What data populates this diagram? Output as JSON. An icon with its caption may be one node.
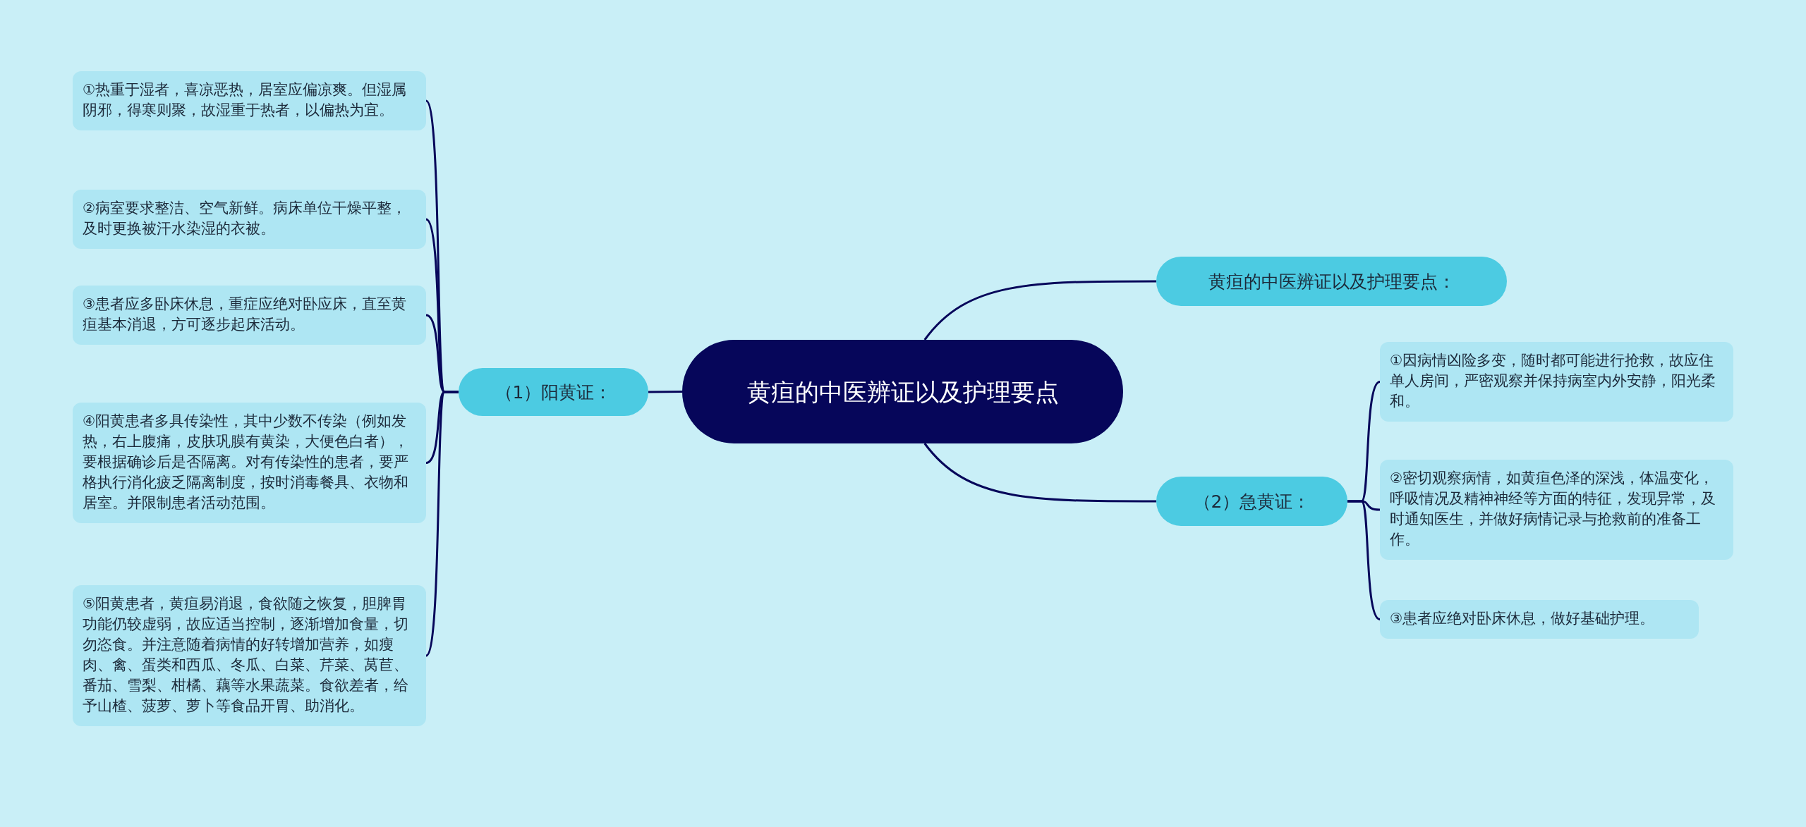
{
  "diagram": {
    "nodes": [
      {
        "text": [
          "黄疸的中医辨证以及护理要点"
        ]
      },
      {
        "text": [
          "（1）阳黄证："
        ]
      },
      {
        "text": [
          "①热重于湿者，喜凉恶热，居室应偏凉爽。但湿属阴邪，得寒则聚，故湿重于热者，以偏热为宜。"
        ]
      },
      {
        "text": [
          "②病室要求整洁、空气新鲜。病床单位干燥平整，及时更换被汗水染湿的衣被。"
        ]
      },
      {
        "text": [
          "③患者应多卧床休息，重症应绝对卧应床，直至黄疸基本消退，方可逐步起床活动。"
        ]
      },
      {
        "text": [
          "④阳黄患者多具传染性，其中少数不传染（例如发热，右上腹痛，皮肤巩膜有黄染，大便色白者），要根据确诊后是否隔离。对有传染性的患者，要严格执行消化疲乏隔离制度，按时消毒餐具、衣物和居室。并限制患者活动范围。"
        ]
      },
      {
        "text": [
          "⑤阳黄患者，黄疸易消退，食欲随之恢复，胆脾胃功能仍较虚弱，故应适当控制，逐渐增加食量，切勿恣食。并注意随着病情的好转增加营养，如瘦肉、禽、蛋类和西瓜、冬瓜、白菜、芹菜、莴苣、番茄、雪梨、柑橘、藕等水果蔬菜。食欲差者，给予山楂、菠萝、萝卜等食品开胃、助消化。"
        ]
      },
      {
        "text": [
          "黄疸的中医辨证以及护理要点："
        ]
      },
      {
        "text": [
          "（2）急黄证："
        ]
      },
      {
        "text": [
          "①因病情凶险多变，随时都可能进行抢救，故应住单人房间，严密观察并保持病室内外安静，阳光柔和。"
        ]
      },
      {
        "text": [
          "②密切观察病情，如黄疸色泽的深浅，体温变化，呼吸情况及精神神经等方面的特征，发现异常，及时通知医生，并做好病情记录与抢救前的准备工作。"
        ]
      },
      {
        "text": [
          "③患者应绝对卧床休息，做好基础护理。"
        ]
      }
    ],
    "edges": [
      {
        "from": 0,
        "to": 1,
        "arrow": "none"
      },
      {
        "from": 1,
        "to": 2,
        "arrow": "none"
      },
      {
        "from": 1,
        "to": 3,
        "arrow": "none"
      },
      {
        "from": 1,
        "to": 4,
        "arrow": "none"
      },
      {
        "from": 1,
        "to": 5,
        "arrow": "none"
      },
      {
        "from": 1,
        "to": 6,
        "arrow": "none"
      },
      {
        "from": 0,
        "to": 7,
        "arrow": "none"
      },
      {
        "from": 0,
        "to": 8,
        "arrow": "none"
      },
      {
        "from": 8,
        "to": 9,
        "arrow": "none"
      },
      {
        "from": 8,
        "to": 10,
        "arrow": "none"
      },
      {
        "from": 8,
        "to": 11,
        "arrow": "none"
      }
    ]
  }
}
